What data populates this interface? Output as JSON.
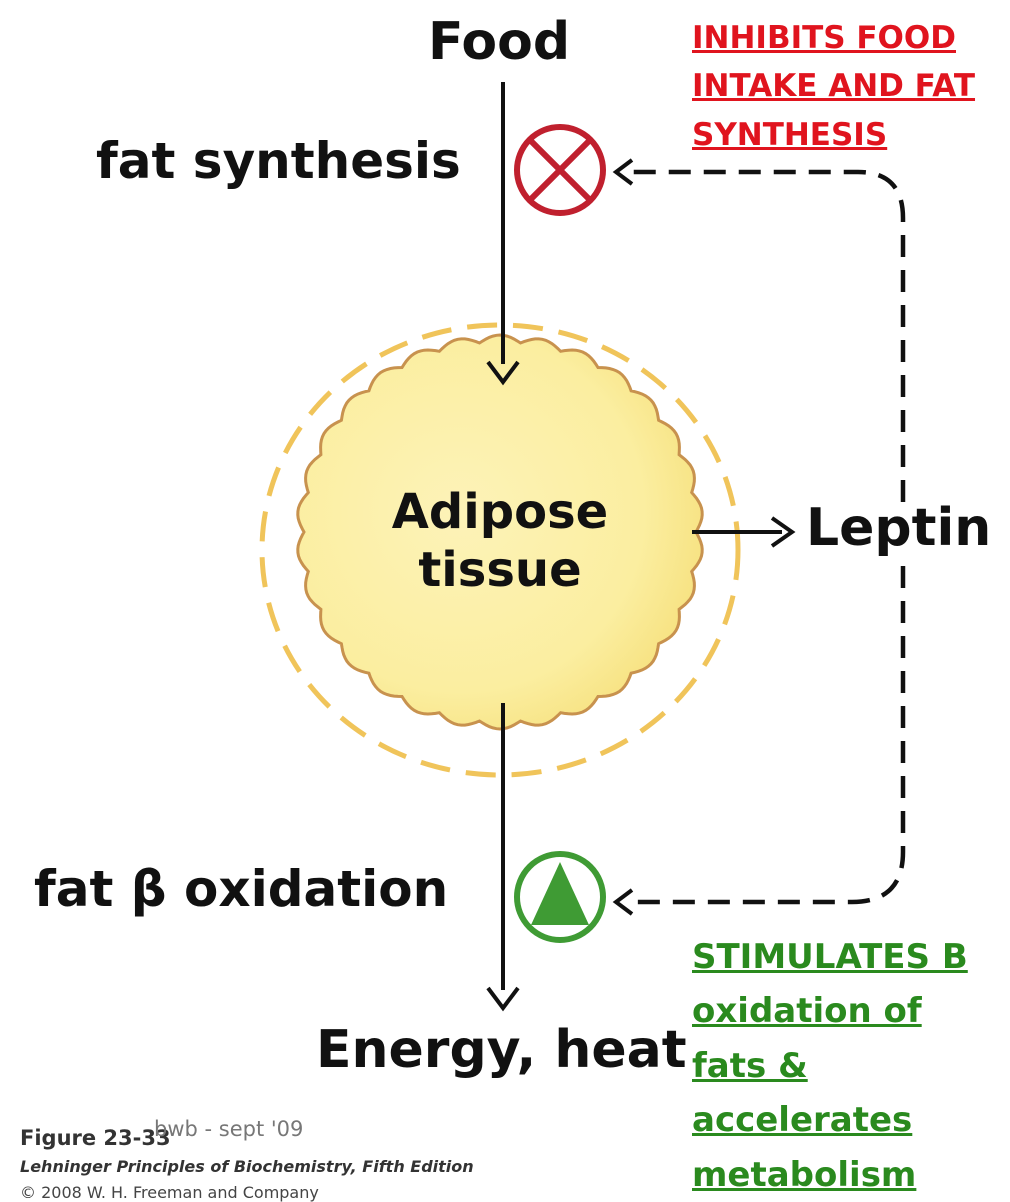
{
  "labels": {
    "food": "Food",
    "fat_synthesis": "fat synthesis",
    "adipose_line1": "Adipose",
    "adipose_line2": "tissue",
    "leptin": "Leptin",
    "fat_beta_oxidation": "fat β oxidation",
    "energy_heat": "Energy, heat"
  },
  "annotations": {
    "inhibits": [
      "INHIBITS FOOD",
      "INTAKE AND FAT",
      "SYNTHESIS"
    ],
    "stimulates": [
      "STIMULATES  B",
      "oxidation of",
      "fats &",
      "accelerates",
      "metabolism"
    ]
  },
  "credits": {
    "figure": "Figure 23-33",
    "watermark": "bwb - sept '09",
    "book": "Lehninger Principles of Biochemistry, Fifth Edition",
    "copyright": "© 2008 W. H. Freeman and Company"
  },
  "colors": {
    "inhibit_symbol": "#c0202e",
    "stimulate_symbol": "#3f9b34",
    "inhibit_text": "#e0141e",
    "stimulate_text": "#2a8a1e",
    "tissue_fill": "#fbeea0",
    "tissue_outline": "#c8924e",
    "halo_dash": "#f0c45a"
  },
  "icons": {
    "inhibit": "circle-x-icon",
    "stimulate": "circle-triangle-icon"
  }
}
